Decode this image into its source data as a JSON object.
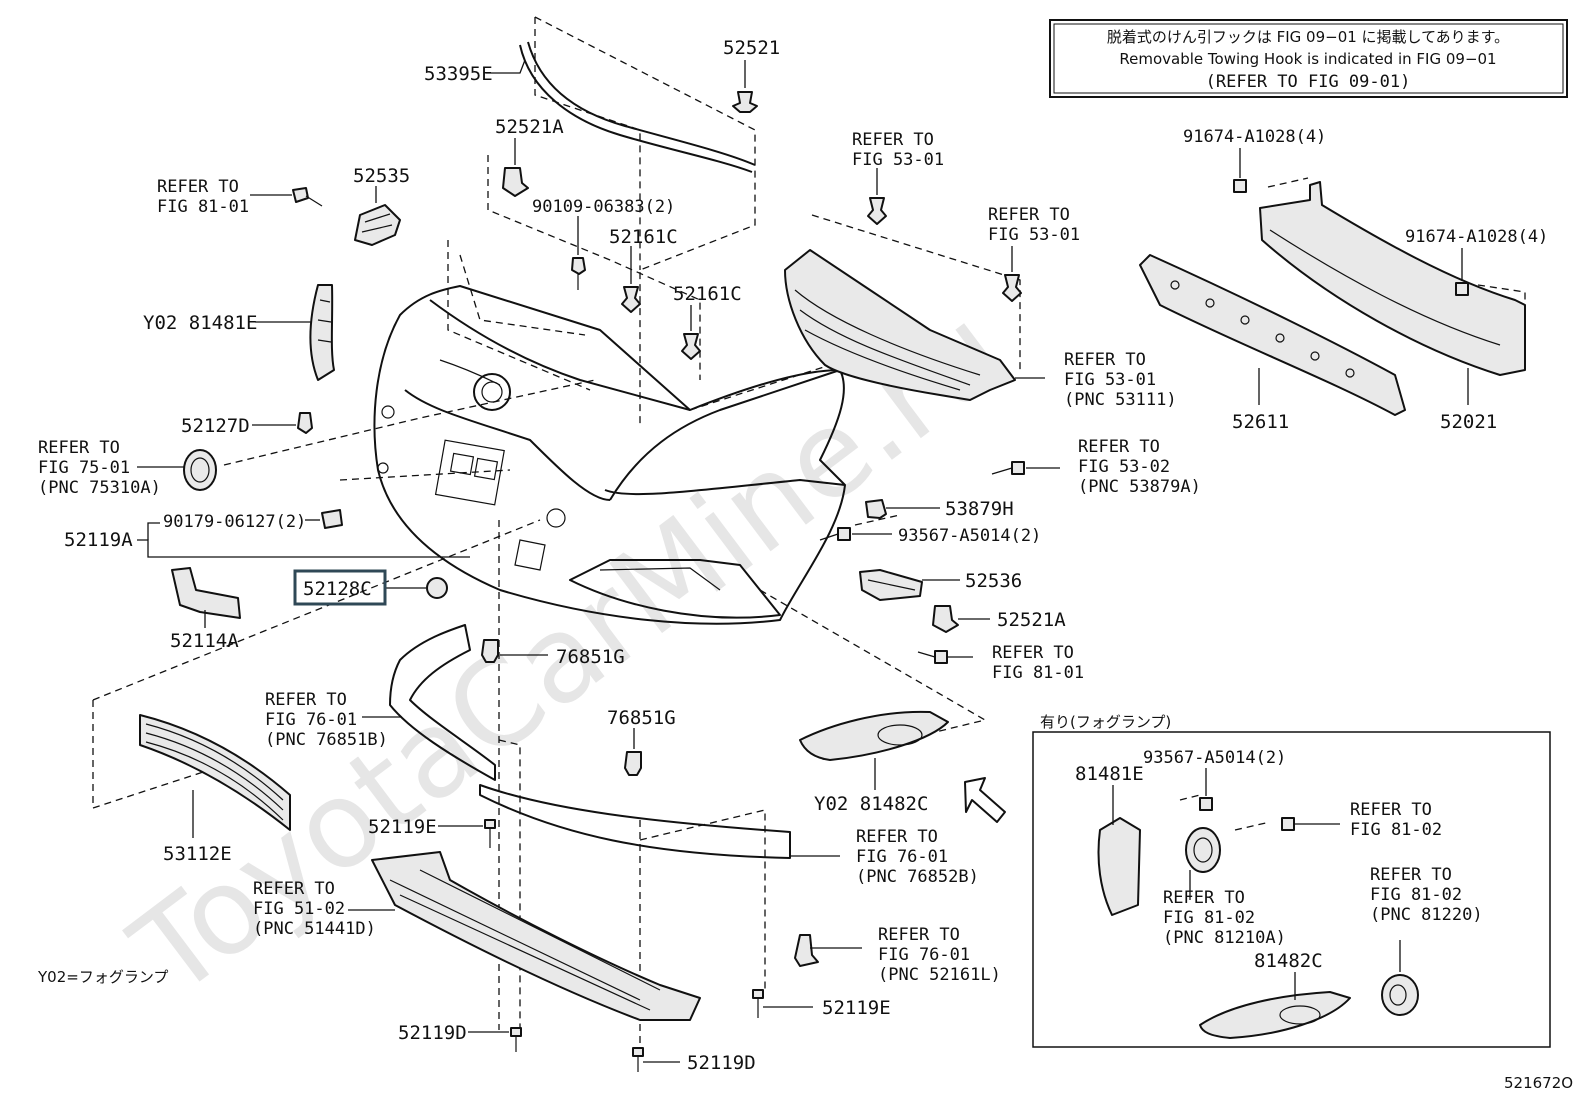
{
  "watermark": "ToyotaCarMine.ru",
  "notice": {
    "line1": "脱着式のけん引フックは FIG 09−01 に掲載してあります。",
    "line2": "Removable Towing Hook is indicated in FIG 09−01",
    "line3": "(REFER TO FIG 09-01)"
  },
  "labels": {
    "p53395E": "53395E",
    "p52521_top": "52521",
    "p52521A_top": "52521A",
    "p52535": "52535",
    "p90109": "90109-06383(2)",
    "p52161C_a": "52161C",
    "p52161C_b": "52161C",
    "p81481E_main": "Y02 81481E",
    "p52127D": "52127D",
    "p52119A": "52119A",
    "p90179": "90179-06127(2)",
    "p52128C": "52128C",
    "p52114A": "52114A",
    "p76851G_a": "76851G",
    "p76851G_b": "76851G",
    "p53112E": "53112E",
    "p52119E_a": "52119E",
    "p52119E_b": "52119E",
    "p52119D_a": "52119D",
    "p52119D_b": "52119D",
    "p53879H": "53879H",
    "p93567_main": "93567-A5014(2)",
    "p52536": "52536",
    "p52521A_right": "52521A",
    "p81482C_main": "Y02 81482C",
    "p91674_a": "91674-A1028(4)",
    "p91674_b": "91674-A1028(4)",
    "p52611": "52611",
    "p52021": "52021",
    "p81481E_inset": "81481E",
    "p93567_inset": "93567-A5014(2)",
    "p81482C_inset": "81482C"
  },
  "refs": {
    "fig81_01_top": [
      "REFER TO",
      "FIG 81-01"
    ],
    "fig53_01_a": [
      "REFER TO",
      "FIG 53-01"
    ],
    "fig53_01_b": [
      "REFER TO",
      "FIG 53-01"
    ],
    "fig53_01_c": [
      "REFER TO",
      "FIG 53-01",
      "(PNC 53111)"
    ],
    "fig75_01": [
      "REFER TO",
      "FIG 75-01",
      "(PNC 75310A)"
    ],
    "fig53_02": [
      "REFER TO",
      "FIG 53-02",
      "(PNC 53879A)"
    ],
    "fig81_01_right": [
      "REFER TO",
      "FIG 81-01"
    ],
    "fig76_01_a": [
      "REFER TO",
      "FIG 76-01",
      "(PNC 76851B)"
    ],
    "fig76_01_b": [
      "REFER TO",
      "FIG 76-01",
      "(PNC 76852B)"
    ],
    "fig51_02": [
      "REFER TO",
      "FIG 51-02",
      "(PNC 51441D)"
    ],
    "fig76_01_c": [
      "REFER TO",
      "FIG 76-01",
      "(PNC 52161L)"
    ],
    "fig81_02_a": [
      "REFER TO",
      "FIG 81-02"
    ],
    "fig81_02_b": [
      "REFER TO",
      "FIG 81-02",
      "(PNC 81210A)"
    ],
    "fig81_02_c": [
      "REFER TO",
      "FIG 81-02",
      "(PNC 81220)"
    ]
  },
  "inset_title": "有り(フォグランプ)",
  "legend": "Y02=フォグランプ",
  "figure_id": "521672O",
  "highlight_color": "#2f4856"
}
